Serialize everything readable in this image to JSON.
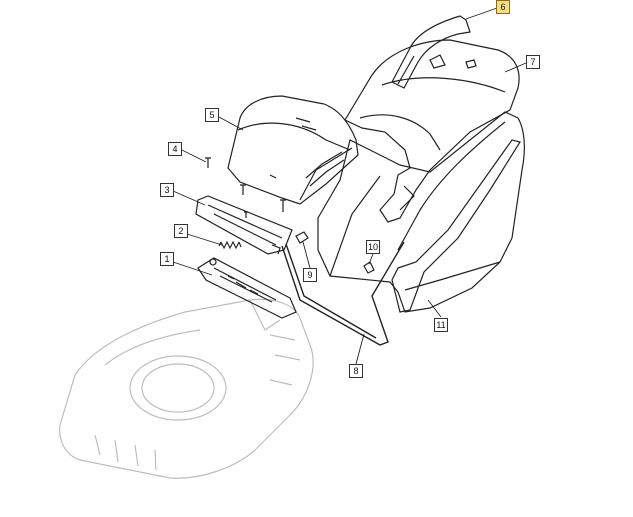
{
  "callouts": [
    {
      "id": "1",
      "label": "1"
    },
    {
      "id": "2",
      "label": "2"
    },
    {
      "id": "3",
      "label": "3"
    },
    {
      "id": "4",
      "label": "4"
    },
    {
      "id": "5",
      "label": "5"
    },
    {
      "id": "6",
      "label": "6",
      "highlighted": true
    },
    {
      "id": "7",
      "label": "7"
    },
    {
      "id": "8",
      "label": "8"
    },
    {
      "id": "9",
      "label": "9"
    },
    {
      "id": "10",
      "label": "10"
    },
    {
      "id": "11",
      "label": "11"
    }
  ],
  "colors": {
    "line": "#222222",
    "ghost_line": "#bdbdbd",
    "highlight": "#f6dd8a"
  }
}
